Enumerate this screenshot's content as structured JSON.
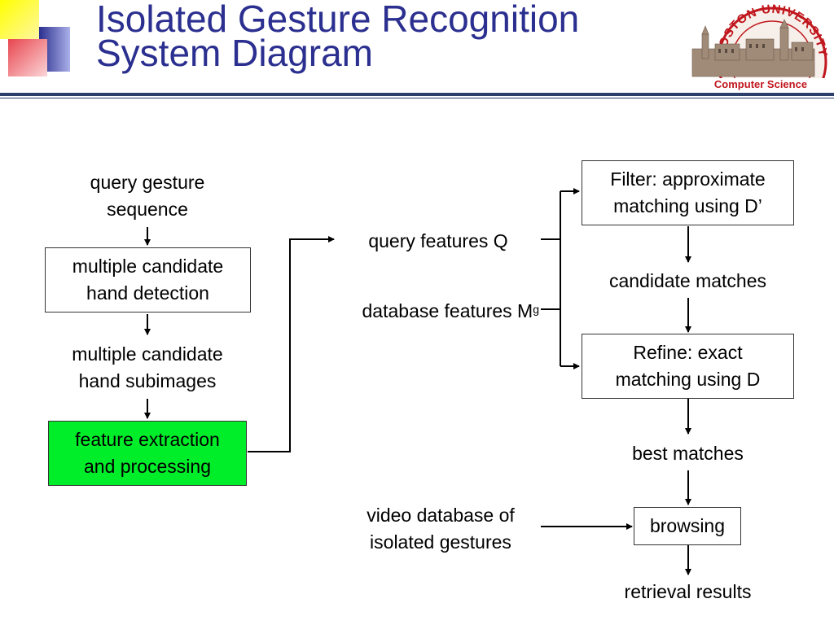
{
  "slide": {
    "title_line1": "Isolated Gesture Recognition",
    "title_line2": "System Diagram"
  },
  "logo": {
    "seal_text": "BOSTON UNIVERSITY",
    "caption": "Computer Science"
  },
  "left_column": {
    "query_gesture": [
      "query gesture",
      "sequence"
    ],
    "hand_detection": [
      "multiple candidate",
      "hand detection"
    ],
    "hand_subimages": [
      "multiple candidate",
      "hand subimages"
    ],
    "feature_extraction": [
      "feature extraction",
      "and processing"
    ]
  },
  "middle_column": {
    "query_features": "query features Q",
    "database_features": "database features M",
    "database_features_sup": "g",
    "video_database": [
      "video database of",
      "isolated gestures"
    ]
  },
  "right_column": {
    "filter": [
      "Filter: approximate",
      "matching using D’"
    ],
    "candidate_matches": "candidate matches",
    "refine": [
      "Refine: exact",
      "matching using D"
    ],
    "best_matches": "best matches",
    "browsing": "browsing",
    "retrieval_results": "retrieval results"
  },
  "colors": {
    "title": "#2b2f8f",
    "feature_box_fill": "#00ee2a",
    "logo_red": "#c0161d",
    "rule": "#2c3e6a"
  }
}
